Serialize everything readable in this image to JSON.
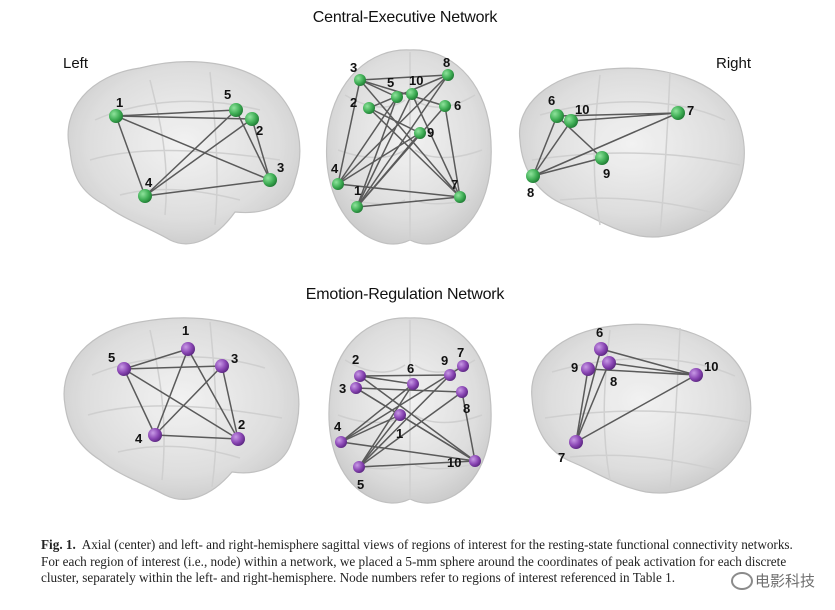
{
  "panels": {
    "top": {
      "title": "Central-Executive Network",
      "node_color": "#3fae55",
      "left": [
        "1",
        "5",
        "2",
        "3",
        "4"
      ],
      "axial": [
        "3",
        "5",
        "10",
        "8",
        "2",
        "6",
        "9",
        "4",
        "1",
        "7"
      ],
      "right": [
        "6",
        "10",
        "7",
        "9",
        "8"
      ]
    },
    "bottom": {
      "title": "Emotion-Regulation Network",
      "node_color": "#8a46b4",
      "left": [
        "1",
        "5",
        "3",
        "4",
        "2"
      ],
      "axial": [
        "2",
        "6",
        "9",
        "7",
        "3",
        "8",
        "4",
        "1",
        "10",
        "5"
      ],
      "right": [
        "6",
        "9",
        "8",
        "10",
        "7"
      ]
    }
  },
  "hemisphere_labels": {
    "left": "Left",
    "right": "Right"
  },
  "caption": {
    "label": "Fig. 1.",
    "text": "Axial (center) and left- and right-hemisphere sagittal views of regions of interest for the resting-state functional connectivity networks. For each region of interest (i.e., node) within a network, we placed a 5-mm sphere around the coordinates of peak activation for each discrete cluster, separately within the left- and right-hemisphere. Node numbers refer to regions of interest referenced in Table 1."
  },
  "watermark": "电影科技"
}
